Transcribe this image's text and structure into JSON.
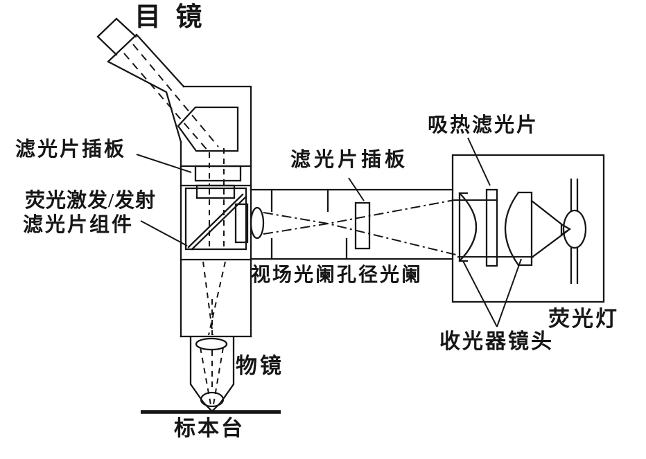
{
  "figure": {
    "background": "#ffffff",
    "ink": "#161616",
    "labels": {
      "eyepiece": "目 镜",
      "filter_slider_left": "滤光片插板",
      "fluor_assembly_line1": "荧光激发/发射",
      "fluor_assembly_line2": "滤光片组件",
      "filter_slider_mid": "滤光片插板",
      "heat_filter": "吸热滤光片",
      "diaphragms": "视场光阑孔径光阑",
      "objective": "物镜",
      "stage": "标本台",
      "lamp": "荧光灯",
      "collector": "收光器镜头"
    }
  }
}
